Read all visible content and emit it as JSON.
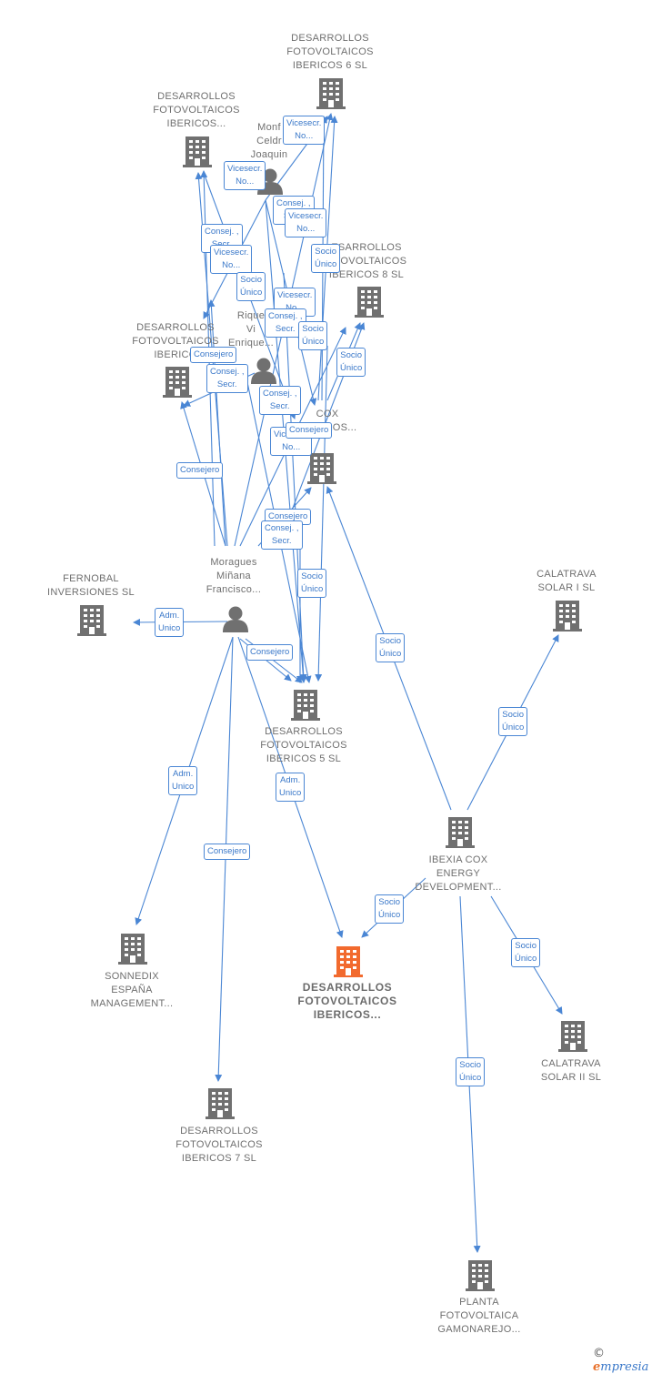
{
  "colors": {
    "edge": "#4a86d4",
    "building": "#707070",
    "focus": "#f26a2e",
    "person": "#707070"
  },
  "nodes": [
    {
      "id": "dfi6",
      "kind": "company",
      "icon": "building-icon",
      "lines": [
        "DESARROLLOS",
        "FOTOVOLTAICOS",
        "IBERICOS 6  SL"
      ]
    },
    {
      "id": "dfi_a",
      "kind": "company",
      "icon": "building-icon",
      "lines": [
        "DESARROLLOS",
        "FOTOVOLTAICOS",
        "IBERICOS..."
      ]
    },
    {
      "id": "monfort",
      "kind": "person",
      "icon": "person-icon",
      "lines": [
        "Monf",
        "Celdr",
        "Joaquin"
      ]
    },
    {
      "id": "dfi8",
      "kind": "company",
      "icon": "building-icon",
      "lines": [
        "ESARROLLOS",
        "OTOVOLTAICOS",
        "IBERICOS 8  SL"
      ]
    },
    {
      "id": "riquelme",
      "kind": "person",
      "icon": "person-icon",
      "lines": [
        "Rique",
        "Vi",
        "Enrique..."
      ]
    },
    {
      "id": "dfi_b",
      "kind": "company",
      "icon": "building-icon",
      "lines": [
        "DESARROLLOS",
        "FOTOVOLTAICOS",
        "IBERICO"
      ]
    },
    {
      "id": "cox",
      "kind": "company",
      "icon": "building-icon",
      "lines": [
        "COX",
        "RROLLOS..."
      ]
    },
    {
      "id": "fernobal",
      "kind": "company",
      "icon": "building-icon",
      "lines": [
        "FERNOBAL",
        "INVERSIONES SL"
      ]
    },
    {
      "id": "moragues",
      "kind": "person",
      "icon": "person-icon",
      "lines": [
        "Moragues",
        "Miñana",
        "Francisco..."
      ]
    },
    {
      "id": "dfi5",
      "kind": "company",
      "icon": "building-icon",
      "lines": [
        "DESARROLLOS",
        "FOTOVOLTAICOS",
        "IBERICOS 5  SL"
      ]
    },
    {
      "id": "calatrava1",
      "kind": "company",
      "icon": "building-icon",
      "lines": [
        "CALATRAVA",
        "SOLAR I  SL"
      ]
    },
    {
      "id": "ibexia",
      "kind": "company",
      "icon": "building-icon",
      "lines": [
        "IBEXIA COX",
        "ENERGY",
        "DEVELOPMENT..."
      ]
    },
    {
      "id": "sonnedix",
      "kind": "company",
      "icon": "building-icon",
      "lines": [
        "SONNEDIX",
        "ESPAÑA",
        "MANAGEMENT..."
      ]
    },
    {
      "id": "focus",
      "kind": "focus",
      "icon": "building-icon",
      "lines": [
        "DESARROLLOS",
        "FOTOVOLTAICOS",
        "IBERICOS..."
      ]
    },
    {
      "id": "calatrava2",
      "kind": "company",
      "icon": "building-icon",
      "lines": [
        "CALATRAVA",
        "SOLAR II  SL"
      ]
    },
    {
      "id": "dfi7",
      "kind": "company",
      "icon": "building-icon",
      "lines": [
        "DESARROLLOS",
        "FOTOVOLTAICOS",
        "IBERICOS 7  SL"
      ]
    },
    {
      "id": "planta",
      "kind": "company",
      "icon": "building-icon",
      "lines": [
        "PLANTA",
        "FOTOVOLTAICA",
        "GAMONAREJO..."
      ]
    }
  ],
  "edge_labels": [
    [
      "Vicesecr.",
      "No..."
    ],
    [
      "Vicesecr.",
      "No..."
    ],
    [
      "Consej. ,",
      "Secr."
    ],
    [
      "Vicesecr.",
      "No..."
    ],
    [
      "Socio",
      "Único"
    ],
    [
      "Consej. ,",
      "Secr."
    ],
    [
      "Vicesecr.",
      "No..."
    ],
    [
      "Socio",
      "Único"
    ],
    [
      "Vicesecr.",
      "No..."
    ],
    [
      "Consej. ,",
      "Secr."
    ],
    [
      "Socio",
      "Único"
    ],
    [
      "Consejero"
    ],
    [
      "Consej. ,",
      "Secr."
    ],
    [
      "Consej. ,",
      "Secr."
    ],
    [
      "Socio",
      "Único"
    ],
    [
      "Vicesecr.",
      "No..."
    ],
    [
      "Consejero"
    ],
    [
      "Consejero"
    ],
    [
      "Consejero"
    ],
    [
      "Consej. ,",
      "Secr."
    ],
    [
      "Socio",
      "Único"
    ],
    [
      "Adm.",
      "Unico"
    ],
    [
      "Consejero"
    ],
    [
      "Socio",
      "Único"
    ],
    [
      "Socio",
      "Único"
    ],
    [
      "Adm.",
      "Unico"
    ],
    [
      "Adm.",
      "Unico"
    ],
    [
      "Consejero"
    ],
    [
      "Socio",
      "Único"
    ],
    [
      "Socio",
      "Único"
    ],
    [
      "Socio",
      "Único"
    ]
  ],
  "brand": {
    "symbol": "©",
    "initial": "e",
    "rest": "mpresia"
  }
}
